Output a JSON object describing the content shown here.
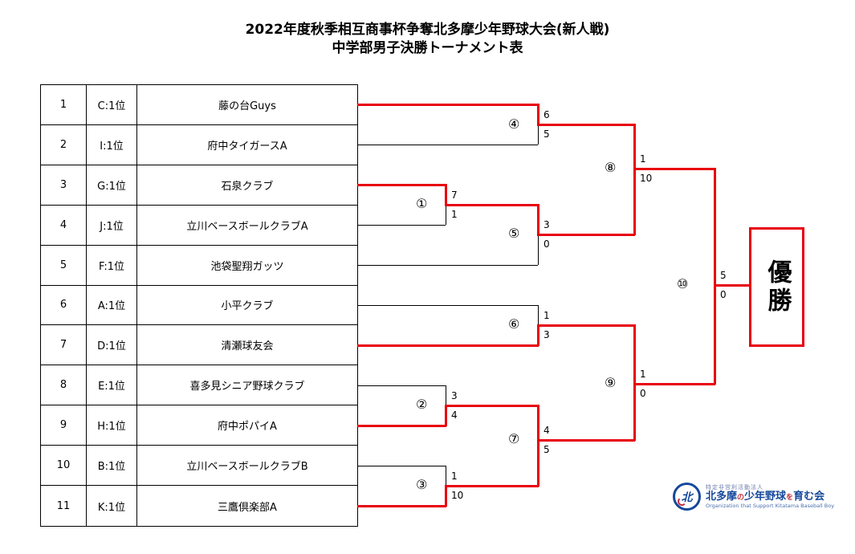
{
  "title": {
    "line1": "2022年度秋季相互商事杯争奪北多摩少年野球大会(新人戦)",
    "line2": "中学部男子決勝トーナメント表"
  },
  "bracket_table": {
    "rows": [
      {
        "seed": "1",
        "qualifier": "C:1位",
        "team": "藤の台Guys"
      },
      {
        "seed": "2",
        "qualifier": "I:1位",
        "team": "府中タイガースA"
      },
      {
        "seed": "3",
        "qualifier": "G:1位",
        "team": "石泉クラブ"
      },
      {
        "seed": "4",
        "qualifier": "J:1位",
        "team": "立川ベースボールクラブA"
      },
      {
        "seed": "5",
        "qualifier": "F:1位",
        "team": "池袋聖翔ガッツ"
      },
      {
        "seed": "6",
        "qualifier": "A:1位",
        "team": "小平クラブ"
      },
      {
        "seed": "7",
        "qualifier": "D:1位",
        "team": "清瀬球友会"
      },
      {
        "seed": "8",
        "qualifier": "E:1位",
        "team": "喜多見シニア野球クラブ"
      },
      {
        "seed": "9",
        "qualifier": "H:1位",
        "team": "府中ポパイA"
      },
      {
        "seed": "10",
        "qualifier": "B:1位",
        "team": "立川ベースボールクラブB"
      },
      {
        "seed": "11",
        "qualifier": "K:1位",
        "team": "三鷹倶楽部A"
      }
    ]
  },
  "matches": [
    {
      "label": "①",
      "top_team": "石泉クラブ",
      "bottom_team": "立川ベースボールクラブA",
      "top_score": "7",
      "bottom_score": "1",
      "winner": "石泉クラブ"
    },
    {
      "label": "②",
      "top_team": "喜多見シニア野球クラブ",
      "bottom_team": "府中ポパイA",
      "top_score": "3",
      "bottom_score": "4",
      "winner": "府中ポパイA"
    },
    {
      "label": "③",
      "top_team": "立川ベースボールクラブB",
      "bottom_team": "三鷹倶楽部A",
      "top_score": "1",
      "bottom_score": "10",
      "winner": "三鷹倶楽部A"
    },
    {
      "label": "④",
      "top_team": "藤の台Guys",
      "bottom_team": "府中タイガースA",
      "top_score": "6",
      "bottom_score": "5",
      "winner": "藤の台Guys"
    },
    {
      "label": "⑤",
      "top_team": "石泉クラブ",
      "bottom_team": "池袋聖翔ガッツ",
      "top_score": "3",
      "bottom_score": "0",
      "winner": "石泉クラブ"
    },
    {
      "label": "⑥",
      "top_team": "小平クラブ",
      "bottom_team": "清瀬球友会",
      "top_score": "1",
      "bottom_score": "3",
      "winner": "清瀬球友会"
    },
    {
      "label": "⑦",
      "top_team": "府中ポパイA",
      "bottom_team": "三鷹倶楽部A",
      "top_score": "4",
      "bottom_score": "5",
      "winner": "三鷹倶楽部A"
    },
    {
      "label": "⑧",
      "top_team": "藤の台Guys",
      "bottom_team": "石泉クラブ",
      "top_score": "1",
      "bottom_score": "10",
      "winner": "石泉クラブ"
    },
    {
      "label": "⑨",
      "top_team": "清瀬球友会",
      "bottom_team": "三鷹倶楽部A",
      "top_score": "1",
      "bottom_score": "0",
      "winner": "清瀬球友会"
    },
    {
      "label": "⑩",
      "top_team": "石泉クラブ",
      "bottom_team": "清瀬球友会",
      "top_score": "5",
      "bottom_score": "0",
      "winner": "石泉クラブ"
    }
  ],
  "champion": {
    "label": "優勝"
  },
  "logo": {
    "certification": "特定非営利活動法人",
    "mark": "北",
    "name_part1": "北多摩",
    "name_particle1": "の",
    "name_part2": "少年野球",
    "name_particle2": "を",
    "name_part3": "育む会",
    "english": "Organization that Support Kitatama Baseball Boy"
  },
  "colors": {
    "winner_line_red": "#e8000d",
    "line_black": "#000000",
    "champion_border_red": "#e8000d",
    "logo_blue": "#15489b",
    "logo_red": "#c03040"
  }
}
